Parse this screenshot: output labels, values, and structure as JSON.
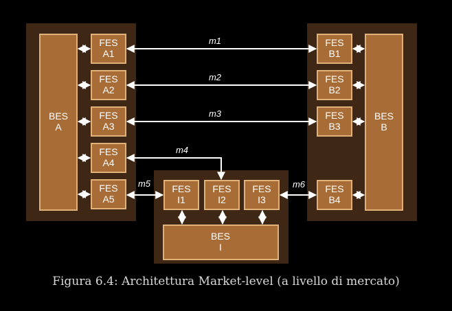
{
  "colors": {
    "background": "#000000",
    "panel": "#3e2714",
    "box_fill": "#a86d36",
    "box_border": "#e0b27a",
    "text": "#ffffff",
    "arrow": "#ffffff"
  },
  "diagram": {
    "bes": {
      "A": "BES\nA",
      "B": "BES\nB",
      "I": "BES\nI"
    },
    "fes": {
      "A1": "FES\nA1",
      "A2": "FES\nA2",
      "A3": "FES\nA3",
      "A4": "FES\nA4",
      "A5": "FES\nA5",
      "B1": "FES\nB1",
      "B2": "FES\nB2",
      "B3": "FES\nB3",
      "B4": "FES\nB4",
      "I1": "FES\nI1",
      "I2": "FES\nI2",
      "I3": "FES\nI3"
    },
    "messages": {
      "m1": "m1",
      "m2": "m2",
      "m3": "m3",
      "m4": "m4",
      "m5": "m5",
      "m6": "m6"
    }
  },
  "caption": "Figura 6.4: Architettura Market-level (a livello di mercato)"
}
